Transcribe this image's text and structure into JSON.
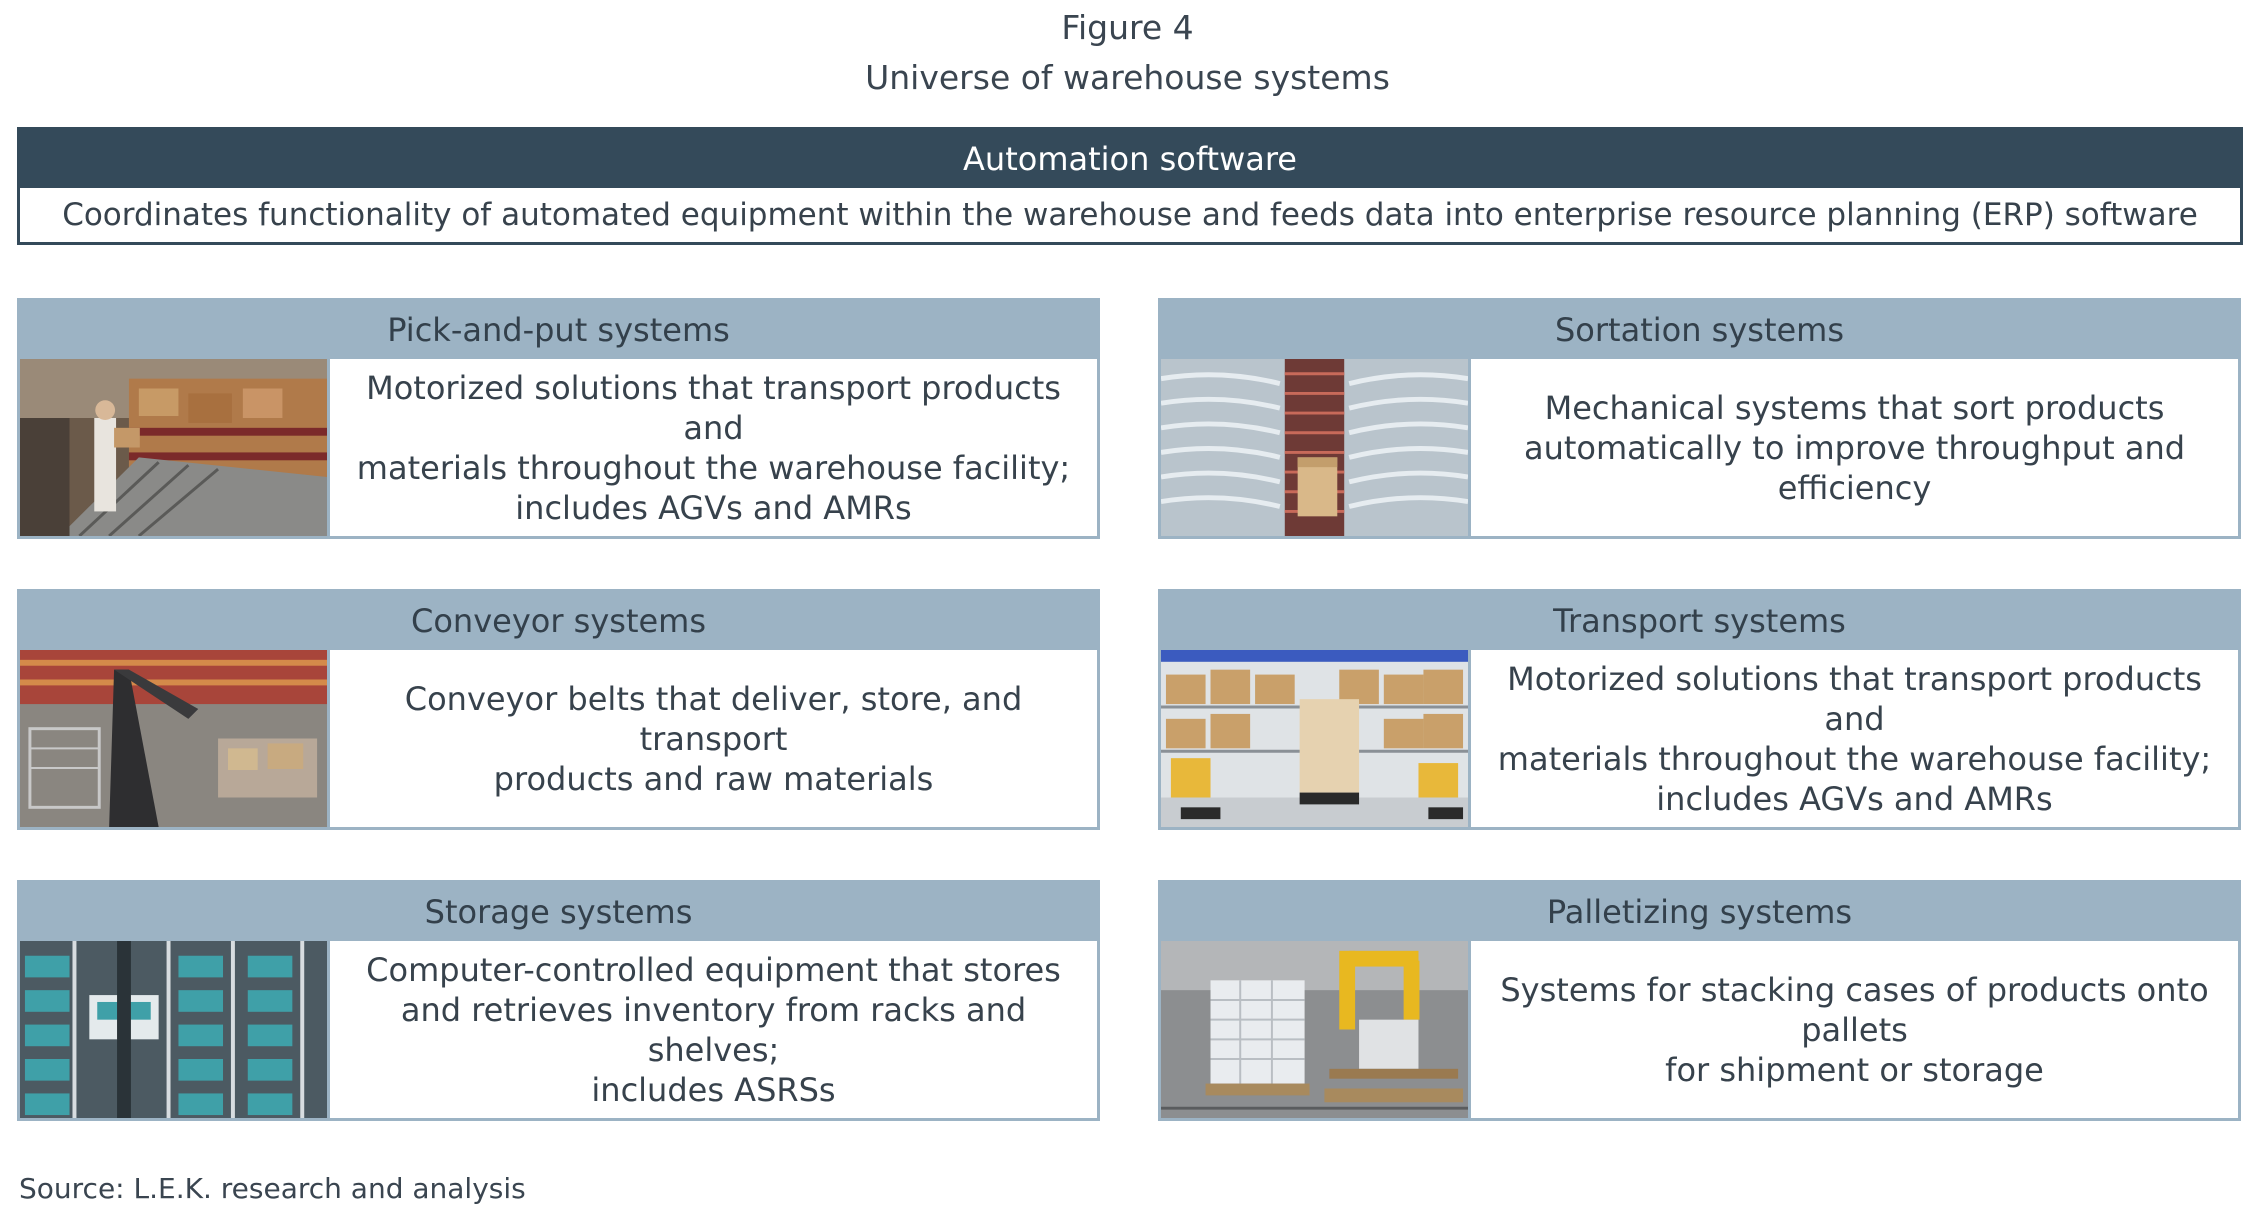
{
  "figure": {
    "number": "Figure 4",
    "title": "Universe of warehouse systems"
  },
  "automation": {
    "title": "Automation software",
    "description": "Coordinates functionality of automated equipment within the warehouse and feeds data into enterprise resource planning (ERP) software"
  },
  "systems": [
    {
      "title": "Pick-and-put systems",
      "description": "Motorized solutions that transport products and\nmaterials throughout the warehouse facility;\nincludes AGVs and AMRs",
      "image": "warehouse-worker-photo"
    },
    {
      "title": "Sortation systems",
      "description": "Mechanical systems that sort products\nautomatically to improve throughput and\nefficiency",
      "image": "roller-sorter-photo"
    },
    {
      "title": "Conveyor systems",
      "description": "Conveyor belts that deliver, store, and transport\nproducts and raw materials",
      "image": "conveyor-belt-photo"
    },
    {
      "title": "Transport systems",
      "description": "Motorized solutions that transport products and\nmaterials throughout the warehouse facility;\nincludes AGVs and AMRs",
      "image": "mobile-robots-photo"
    },
    {
      "title": "Storage systems",
      "description": "Computer-controlled equipment that stores\nand retrieves inventory from racks and shelves;\nincludes ASRSs",
      "image": "storage-racks-photo"
    },
    {
      "title": "Palletizing systems",
      "description": "Systems for stacking cases of products onto pallets\nfor shipment or storage",
      "image": "palletizing-robot-photo"
    }
  ],
  "source": "Source: L.E.K. research and analysis"
}
